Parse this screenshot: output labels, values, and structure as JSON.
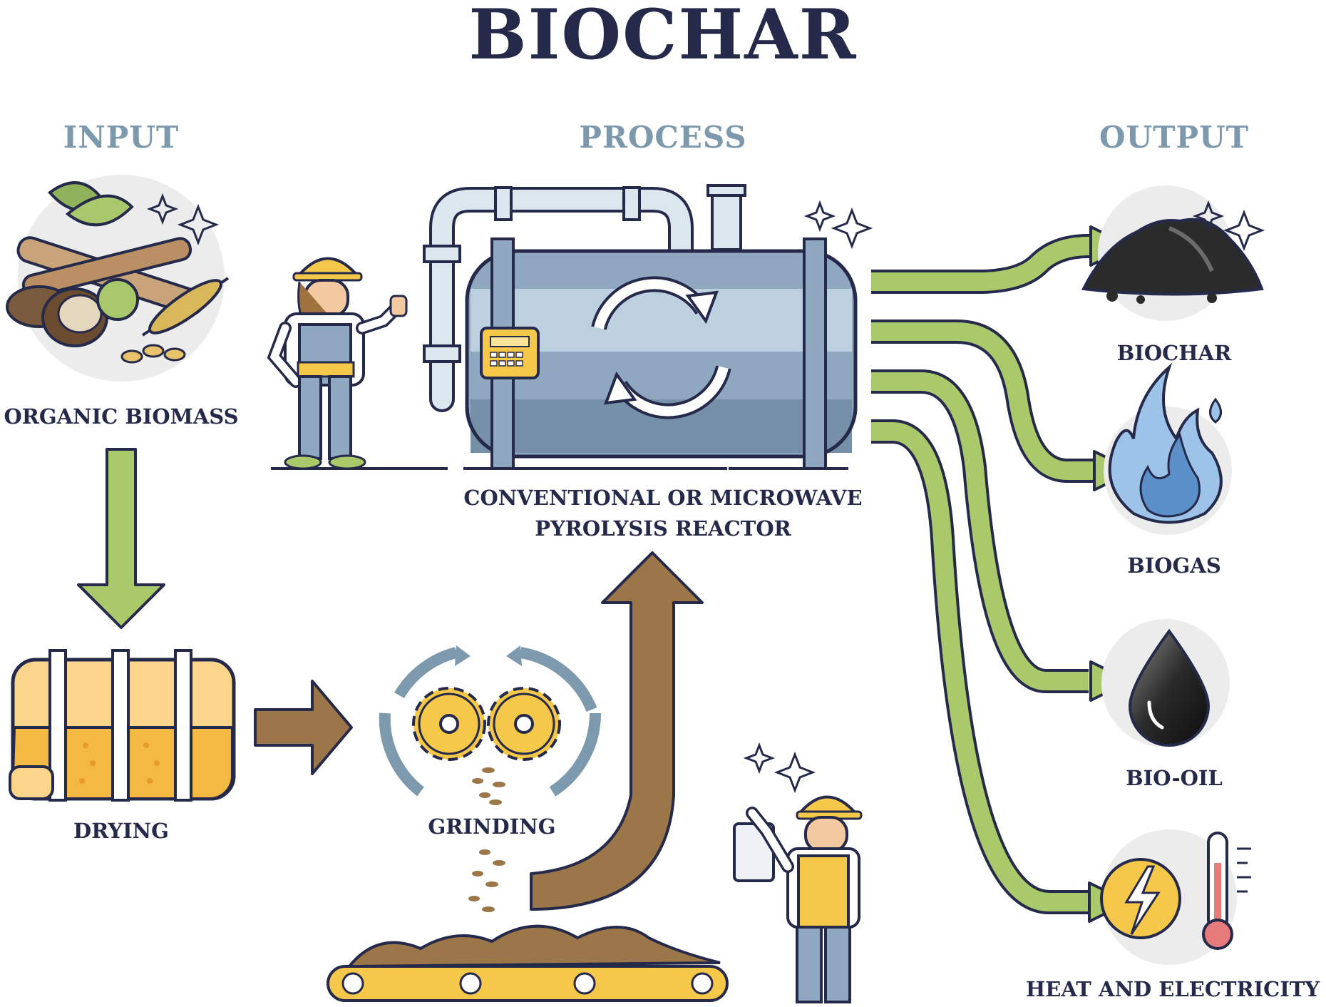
{
  "title": "BIOCHAR",
  "sections": {
    "input": "INPUT",
    "process": "PROCESS",
    "output": "OUTPUT"
  },
  "labels": {
    "organic_biomass": "ORGANIC BIOMASS",
    "drying": "DRYING",
    "grinding": "GRINDING",
    "reactor_line1": "CONVENTIONAL OR MICROWAVE",
    "reactor_line2": "PYROLYSIS REACTOR"
  },
  "outputs": [
    {
      "label": "BIOCHAR"
    },
    {
      "label": "BIOGAS"
    },
    {
      "label": "BIO-OIL"
    },
    {
      "label": "HEAT AND ELECTRICITY"
    }
  ],
  "colors": {
    "ink": "#25294a",
    "section": "#7d99ad",
    "arrow_green": "#aac96b",
    "arrow_brown": "#9b7648",
    "tank_blue": "#8fa8bf",
    "yellow": "#f5c84a",
    "circle_bg": "#ececec"
  },
  "icons": [
    "sparkle-icon",
    "recycle-arrows-icon",
    "gear-icon",
    "flame-icon",
    "oil-drop-icon",
    "lightning-icon",
    "thermometer-icon",
    "worker-icon"
  ]
}
